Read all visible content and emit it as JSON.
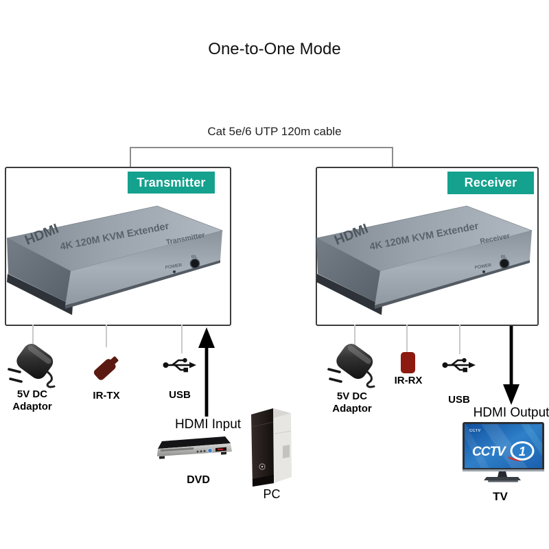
{
  "title": "One-to-One Mode",
  "cable_label": "Cat 5e/6 UTP 120m cable",
  "colors": {
    "tag_teal": "#14a18e",
    "arrow_black": "#000000",
    "ir_tx_red": "#5a1a12",
    "ir_rx_red": "#8c1a10",
    "tv_screen_blue": "#2f7fc8",
    "device_gray": "#99a1aa",
    "connector_line_gray": "#c9c9c9"
  },
  "transmitter": {
    "tag": "Transmitter",
    "device": {
      "brand": "HDMI",
      "model": "4K 120M KVM Extender",
      "variant": "Transmitter",
      "power_label": "POWER",
      "knob_label": "RL"
    },
    "accessories": {
      "power_line1": "5V DC",
      "power_line2": "Adaptor",
      "ir_label": "IR-TX",
      "usb_label": "USB"
    },
    "input_label": "HDMI Input",
    "sources": {
      "dvd": "DVD",
      "pc": "PC"
    }
  },
  "receiver": {
    "tag": "Receiver",
    "device": {
      "brand": "HDMI",
      "model": "4K 120M KVM Extender",
      "variant": "Receiver",
      "power_label": "POWER",
      "knob_label": "RL"
    },
    "accessories": {
      "power_line1": "5V DC",
      "power_line2": "Adaptor",
      "ir_label": "IR-RX",
      "usb_label": "USB"
    },
    "output_label": "HDMI Output",
    "display": {
      "name": "TV",
      "screen_watermark": "CCTV",
      "logo_text": "CCTV",
      "logo_channel": "1"
    }
  }
}
